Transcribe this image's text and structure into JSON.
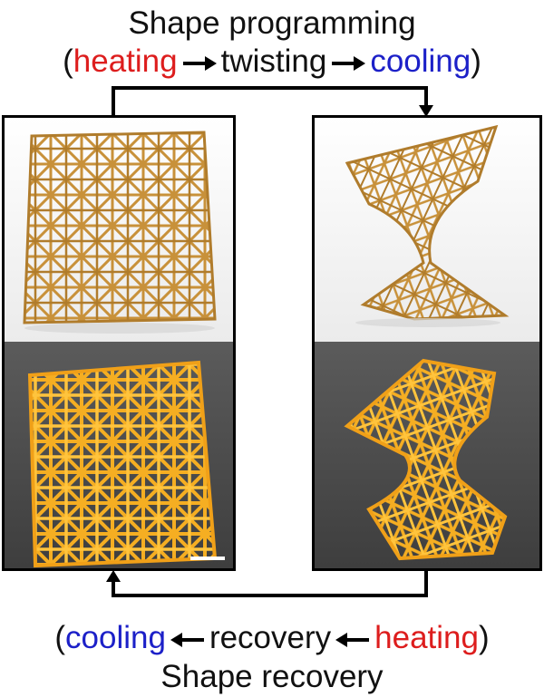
{
  "top": {
    "title": "Shape programming",
    "open_paren": "(",
    "step1": "heating",
    "step2": "twisting",
    "step3": "cooling",
    "close_paren": ")"
  },
  "bottom": {
    "open_paren": "(",
    "step1": "cooling",
    "step2": "recovery",
    "step3": "heating",
    "close_paren": ")",
    "title": "Shape recovery"
  },
  "colors": {
    "heating": "#dd1d1d",
    "cooling": "#1c20c8",
    "lattice_render": "#c8913a",
    "lattice_print": "#f2a51c",
    "photo_background": "#5a5a5a"
  },
  "icons": [
    "arrow-right-icon",
    "arrow-left-icon",
    "scale-bar"
  ]
}
